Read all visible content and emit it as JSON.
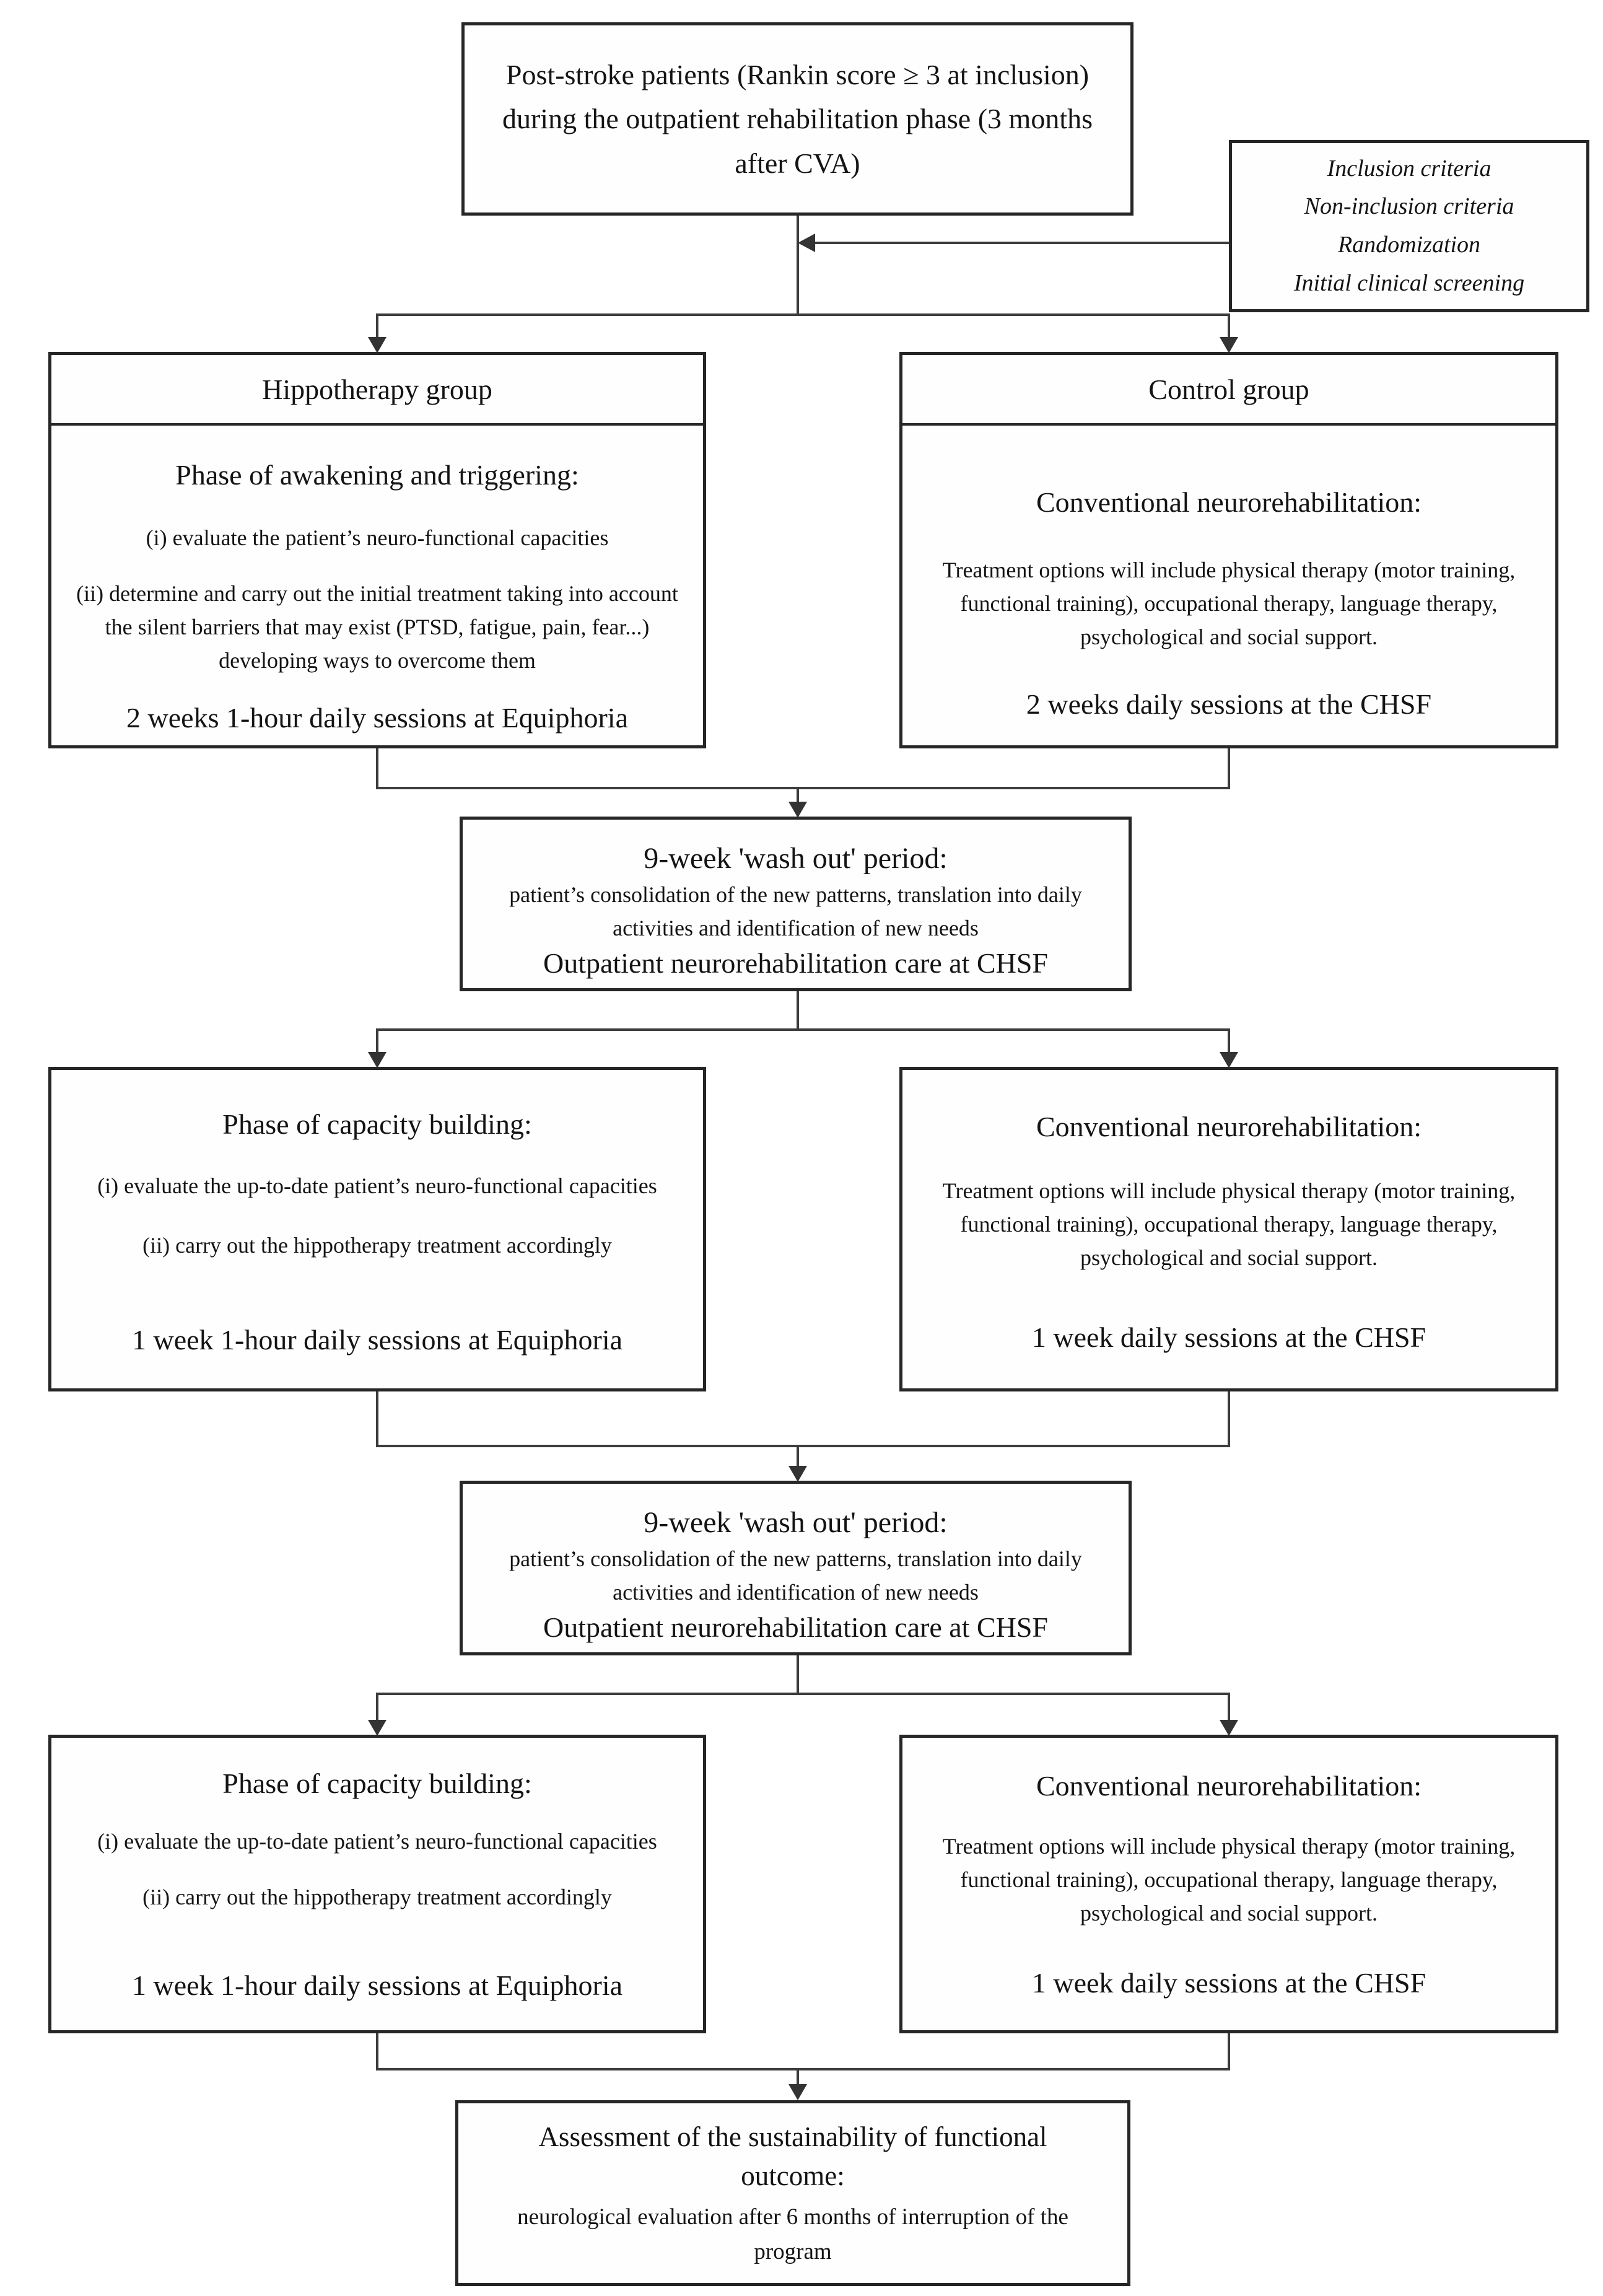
{
  "figure": {
    "background": "#ffffff",
    "line_color": "#3d3d3d",
    "border_color": "#262626",
    "text_color": "#141414"
  },
  "top_box": {
    "text": "Post-stroke patients (Rankin score ≥ 3 at inclusion) during the outpatient rehabilitation phase (3 months after CVA)"
  },
  "criteria_box": {
    "lines": [
      "Inclusion criteria",
      "Non-inclusion criteria",
      "Randomization",
      "Initial clinical screening"
    ]
  },
  "branch1": {
    "hippotherapy": {
      "header": "Hippotherapy group",
      "title": "Phase of awakening and triggering:",
      "item_i": "(i) evaluate the patient’s neuro-functional capacities",
      "item_ii": "(ii) determine and carry out the initial treatment taking into account the silent barriers that may exist (PTSD, fatigue, pain, fear...) developing ways to overcome them",
      "footer": "2 weeks 1-hour daily sessions at Equiphoria"
    },
    "control": {
      "header": "Control group",
      "title": "Conventional neurorehabilitation:",
      "body": "Treatment options will include physical therapy (motor training, functional training), occupational therapy, language therapy, psychological and social support.",
      "footer": "2 weeks daily sessions at the CHSF"
    }
  },
  "washout1": {
    "title": "9-week 'wash out' period:",
    "body": "patient’s consolidation of the new patterns, translation into daily activities and identification of new needs",
    "footer": "Outpatient neurorehabilitation care at CHSF"
  },
  "cycle1": {
    "hippotherapy": {
      "title": "Phase of capacity building:",
      "item_i": "(i) evaluate the up-to-date patient’s neuro-functional capacities",
      "item_ii": "(ii) carry out the hippotherapy treatment accordingly",
      "footer": "1 week 1-hour daily sessions at Equiphoria"
    },
    "control": {
      "title": "Conventional neurorehabilitation:",
      "body": "Treatment options will include physical therapy (motor training, functional training), occupational therapy, language therapy, psychological and social support.",
      "footer": "1 week daily sessions at the CHSF"
    }
  },
  "washout2": {
    "title": "9-week 'wash out' period:",
    "body": "patient’s consolidation of the new patterns, translation into daily activities and identification of new needs",
    "footer": "Outpatient neurorehabilitation care at CHSF"
  },
  "cycle2": {
    "hippotherapy": {
      "title": "Phase of capacity building:",
      "item_i": "(i) evaluate the up-to-date patient’s neuro-functional capacities",
      "item_ii": "(ii) carry out the hippotherapy treatment accordingly",
      "footer": "1 week 1-hour daily sessions at Equiphoria"
    },
    "control": {
      "title": "Conventional neurorehabilitation:",
      "body": "Treatment options will include physical therapy (motor training, functional training), occupational therapy, language therapy, psychological and social support.",
      "footer": "1 week daily sessions at the CHSF"
    }
  },
  "final_box": {
    "title": "Assessment of the sustainability of functional outcome:",
    "body": "neurological evaluation after 6 months of interruption of the program"
  }
}
